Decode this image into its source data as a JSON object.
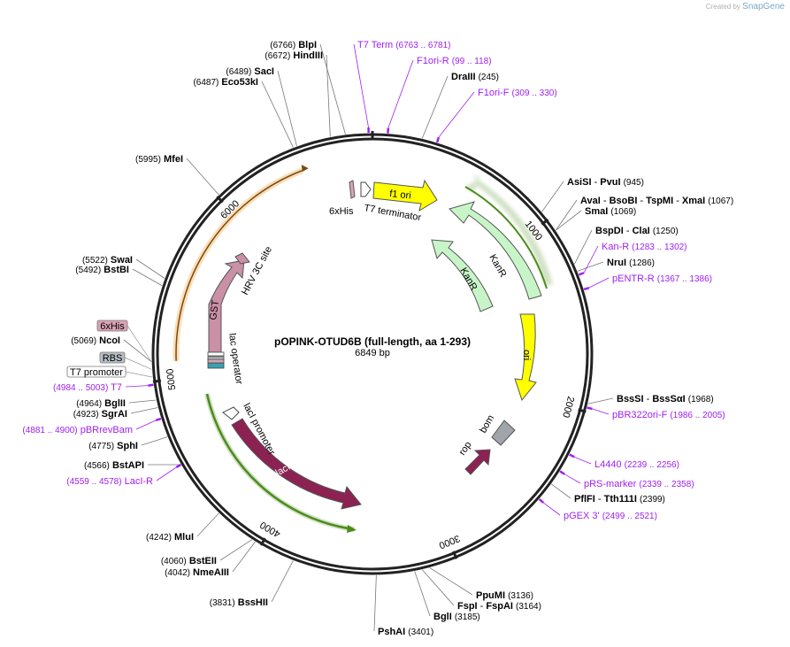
{
  "watermark": {
    "created_by": "Created by",
    "brand": "SnapGene"
  },
  "plasmid": {
    "name": "pOPINK-OTUD6B (full-length, aa 1-293)",
    "length_label": "6849 bp"
  },
  "ticks": [
    "1000",
    "2000",
    "3000",
    "4000",
    "5000",
    "6000"
  ],
  "enzymes": [
    {
      "label": "BlpI",
      "pos": "(6766)"
    },
    {
      "label": "HindIII",
      "pos": "(6672)"
    },
    {
      "label": "SacI",
      "pos": "(6489)"
    },
    {
      "label": "Eco53kI",
      "pos": "(6487)"
    },
    {
      "label": "MfeI",
      "pos": "(5995)"
    },
    {
      "label": "SwaI",
      "pos": "(5522)"
    },
    {
      "label": "BstBI",
      "pos": "(5492)"
    },
    {
      "label": "NcoI",
      "pos": "(5069)"
    },
    {
      "label": "BglII",
      "pos": "(4964)"
    },
    {
      "label": "SgrAI",
      "pos": "(4923)"
    },
    {
      "label": "SphI",
      "pos": "(4775)"
    },
    {
      "label": "BstAPI",
      "pos": "(4566)"
    },
    {
      "label": "MluI",
      "pos": "(4242)"
    },
    {
      "label": "BstEII",
      "pos": "(4060)"
    },
    {
      "label": "NmeAIII",
      "pos": "(4042)"
    },
    {
      "label": "BssHII",
      "pos": "(3831)"
    },
    {
      "label": "PshAI",
      "pos": "(3401)"
    },
    {
      "label": "BglI",
      "pos": "(3185)"
    },
    {
      "label": "FspI",
      "label2": "FspAI",
      "pos": "(3164)"
    },
    {
      "label": "PpuMI",
      "pos": "(3136)"
    },
    {
      "label": "PflFI",
      "label2": "Tth111I",
      "pos": "(2399)"
    },
    {
      "label": "BssSI",
      "label2": "BssSαI",
      "pos": "(1968)"
    },
    {
      "label": "NruI",
      "pos": "(1286)"
    },
    {
      "label": "BspDI",
      "label2": "ClaI",
      "pos": "(1250)"
    },
    {
      "label": "SmaI",
      "pos": "(1069)"
    },
    {
      "label": "AvaI",
      "label2": "BsoBI",
      "label3": "TspMI",
      "label4": "XmaI",
      "pos": "(1067)"
    },
    {
      "label": "AsiSI",
      "label2": "PvuI",
      "pos": "(945)"
    },
    {
      "label": "DraIII",
      "pos": "(245)"
    }
  ],
  "primers": [
    {
      "label": "T7 Term",
      "range": "(6763 .. 6781)"
    },
    {
      "label": "F1ori-R",
      "range": "(99 .. 118)"
    },
    {
      "label": "F1ori-F",
      "range": "(309 .. 330)"
    },
    {
      "label": "Kan-R",
      "range": "(1283 .. 1302)"
    },
    {
      "label": "pENTR-R",
      "range": "(1367 .. 1386)"
    },
    {
      "label": "pBR322ori-F",
      "range": "(1986 .. 2005)"
    },
    {
      "label": "L4440",
      "range": "(2239 .. 2256)"
    },
    {
      "label": "pRS-marker",
      "range": "(2339 .. 2358)"
    },
    {
      "label": "pGEX 3'",
      "range": "(2499 .. 2521)"
    },
    {
      "label": "LacI-R",
      "range": "(4559 .. 4578)"
    },
    {
      "label": "pBRrevBam",
      "range": "(4881 .. 4900)"
    },
    {
      "label": "T7",
      "range": "(4984 .. 5003)"
    }
  ],
  "boxed_features": [
    {
      "label": "6xHis"
    },
    {
      "label": "RBS"
    },
    {
      "label": "T7 promoter"
    }
  ],
  "features": {
    "f1_ori": "f1 ori",
    "his_top": "6xHis",
    "t7_terminator": "T7 terminator",
    "kanr_outer": "KanR",
    "kanr_inner": "KanR",
    "ori": "ori",
    "bom": "bom",
    "rop": "rop",
    "laci": "lacI",
    "laci_promoter": "lacI promoter",
    "lac_operator": "lac operator",
    "gst": "GST",
    "hrv": "HRV 3C site"
  },
  "colors": {
    "backbone": "#222222",
    "primer": "#a020f0",
    "f1_ori": "#ffff00",
    "kanr": "#c8f5c8",
    "ori": "#ffff00",
    "laci": "#8b2252",
    "rop": "#8b2252",
    "bom": "#a0a4ab",
    "gst": "#c990a6",
    "orf_orange": "#f0a030",
    "orf_green": "#4c8c1c",
    "tag_fill": "#d9a3b4",
    "rbs_fill": "#b8bec4"
  }
}
